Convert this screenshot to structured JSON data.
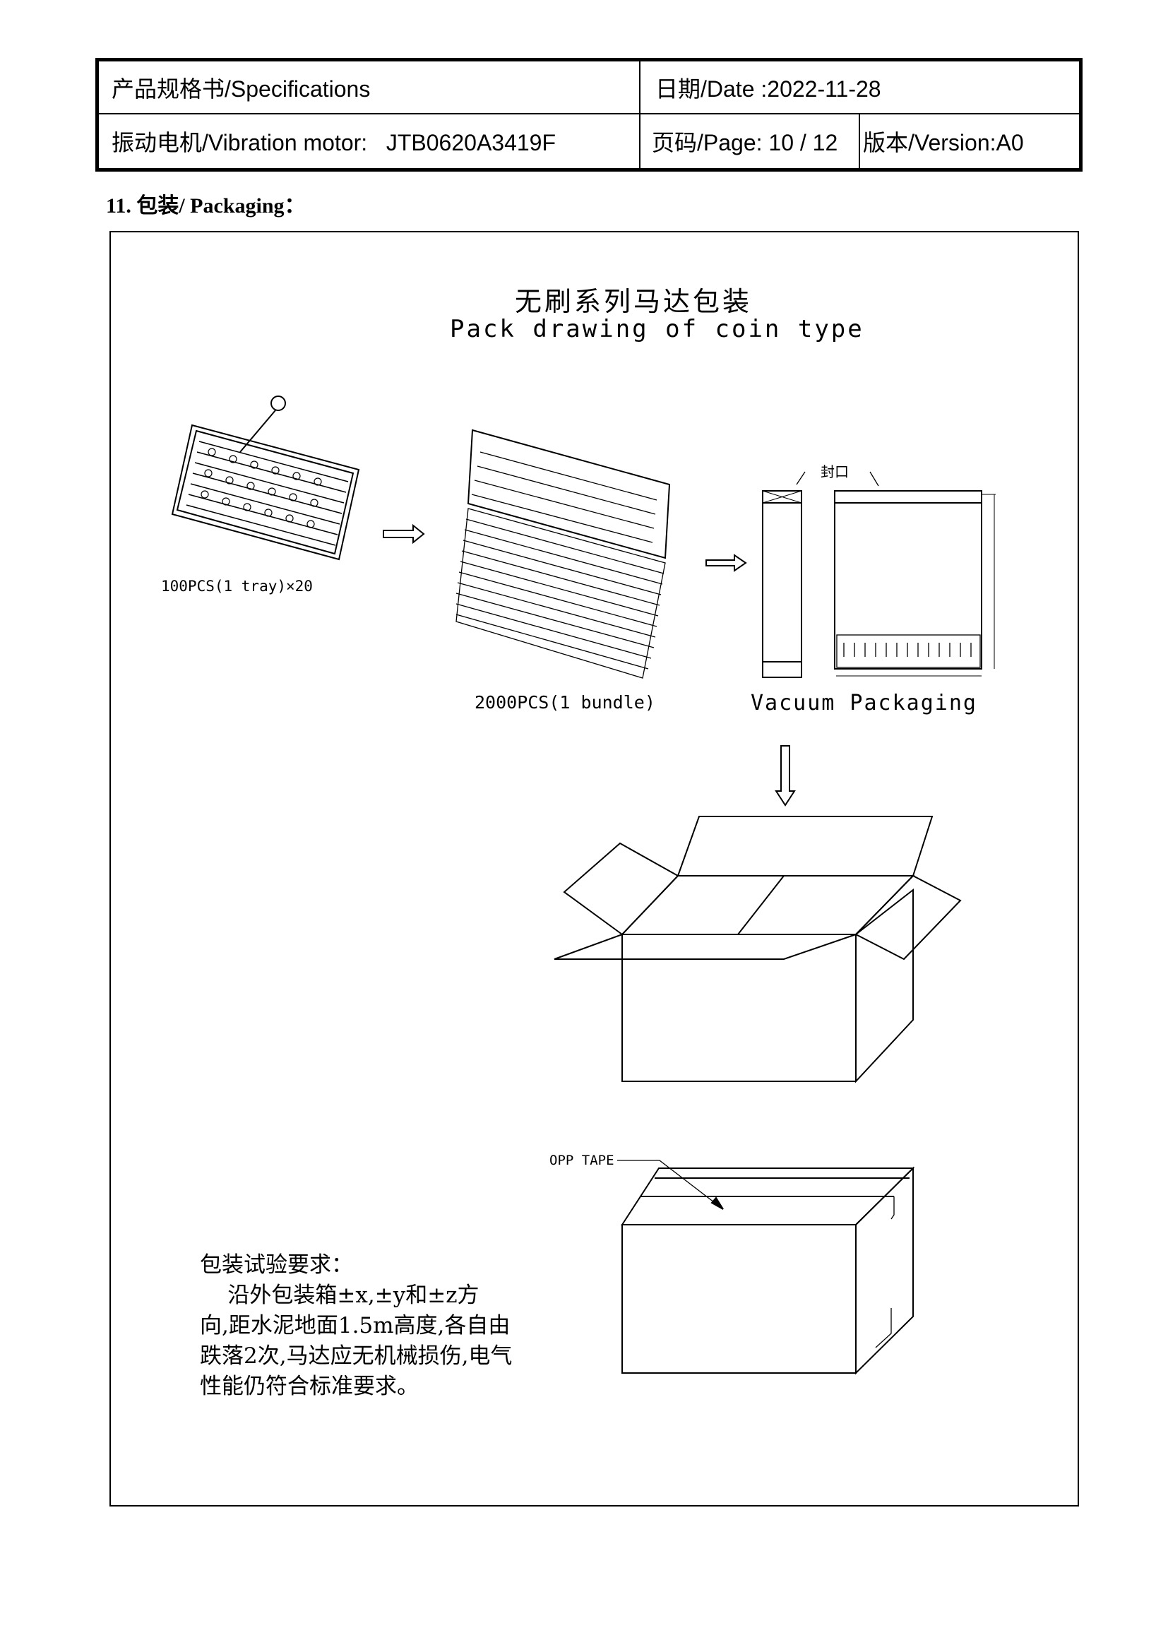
{
  "header": {
    "spec_label": "产品规格书/Specifications",
    "date_label": "日期/Date :2022-11-28",
    "product_label": "振动电机/Vibration motor:   JTB0620A3419F",
    "page_label": "页码/Page: 10 / 12",
    "version_label": "版本/Version:A0"
  },
  "section": {
    "heading": "11. 包装/ Packaging："
  },
  "drawing": {
    "title_cn": "无刷系列马达包装",
    "title_en": "Pack drawing of coin type",
    "tray_label": "100PCS(1 tray)×20",
    "bundle_label": "2000PCS(1 bundle)",
    "seal_label": "封口",
    "vacuum_label": "Vacuum Packaging",
    "tape_label": "OPP TAPE"
  },
  "requirements": {
    "title": "包装试验要求：",
    "lines": [
      "    沿外包装箱±x,±y和±z方",
      "向,距水泥地面1.5m高度,各自由",
      "跌落2次,马达应无机械损伤,电气",
      "性能仍符合标准要求。"
    ]
  }
}
